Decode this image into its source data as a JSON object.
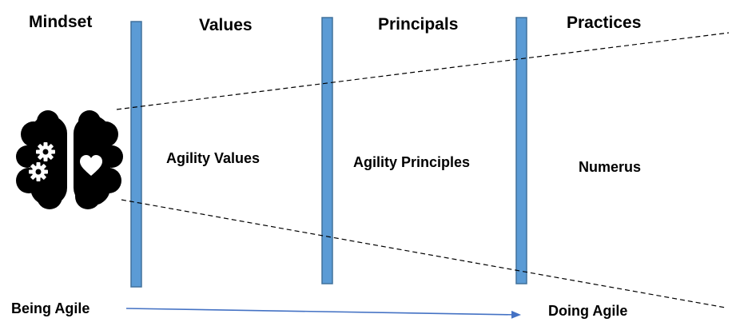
{
  "headings": {
    "mindset": "Mindset",
    "values": "Values",
    "principals": "Principals",
    "practices": "Practices"
  },
  "labels": {
    "agility_values": "Agility Values",
    "agility_principles": "Agility Principles",
    "numerus": "Numerus"
  },
  "footer": {
    "being_agile": "Being Agile",
    "doing_agile": "Doing Agile"
  },
  "icons": {
    "mindset": "brain-with-gears-and-heart-icon"
  },
  "colors": {
    "bar_fill": "#5b9bd5",
    "bar_stroke": "#41719c",
    "arrow": "#4472c4",
    "text": "#000000"
  }
}
